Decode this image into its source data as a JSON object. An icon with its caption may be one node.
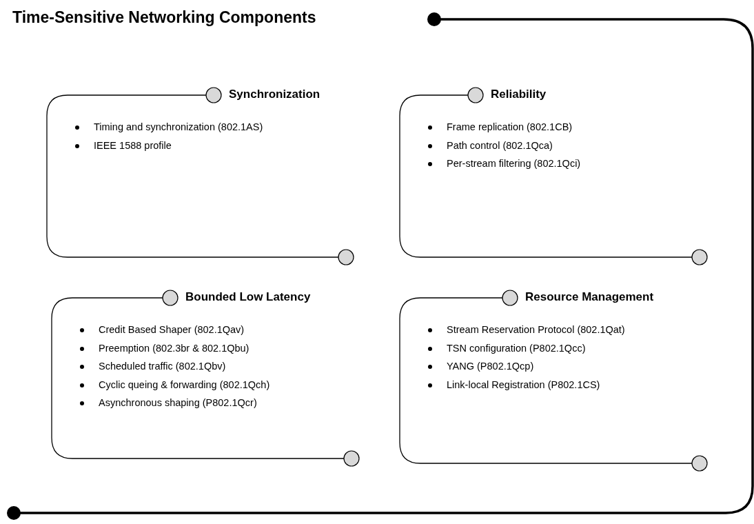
{
  "diagram": {
    "title": "Time-Sensitive Networking Components",
    "nodes": [
      {
        "text": [
          "Synchronization",
          "Timing and synchronization (802.1AS)",
          "IEEE 1588 profile"
        ]
      },
      {
        "text": [
          "Reliability",
          "Frame replication (802.1CB)",
          "Path control (802.1Qca)",
          "Per-stream filtering (802.1Qci)"
        ]
      },
      {
        "text": [
          "Bounded Low Latency",
          "Credit Based Shaper (802.1Qav)",
          "Preemption (802.3br &  802.1Qbu)",
          "Scheduled traffic (802.1Qbv)",
          "Cyclic queing & forwarding (802.1Qch)",
          "Asynchronous shaping (P802.1Qcr)"
        ]
      },
      {
        "text": [
          "Resource Management",
          "Stream Reservation Protocol (802.1Qat)",
          "TSN configuration (P802.1Qcc)",
          "YANG (P802.1Qcp)",
          "Link-local Registration (P802.1CS)"
        ]
      }
    ]
  }
}
